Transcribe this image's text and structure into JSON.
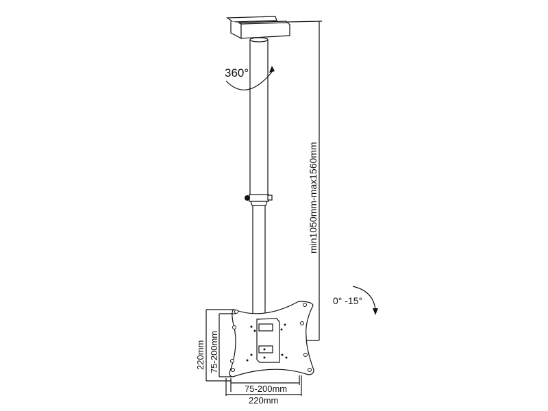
{
  "labels": {
    "rotation": "360°",
    "height_range": "min1050mm-max1560mm",
    "tilt": "0° -15°",
    "vesa_vertical": "75-200mm",
    "plate_height": "220mm",
    "vesa_horizontal": "75-200mm",
    "plate_width": "220mm"
  }
}
